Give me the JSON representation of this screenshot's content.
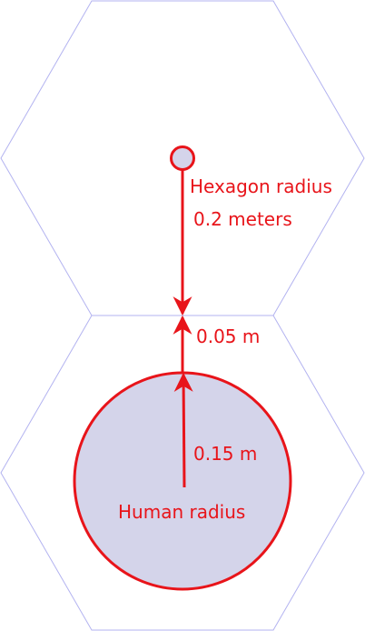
{
  "colors": {
    "background": "#ffffff",
    "hexagon_stroke": "#b3b3f0",
    "accent_red": "#e8141a",
    "circle_fill": "#d4d4ea"
  },
  "labels": {
    "hexagon_radius_line1": "Hexagon radius",
    "hexagon_radius_line2": "0.2 meters",
    "gap_label": "0.05 m",
    "human_value": "0.15 m",
    "human_label": "Human radius"
  }
}
